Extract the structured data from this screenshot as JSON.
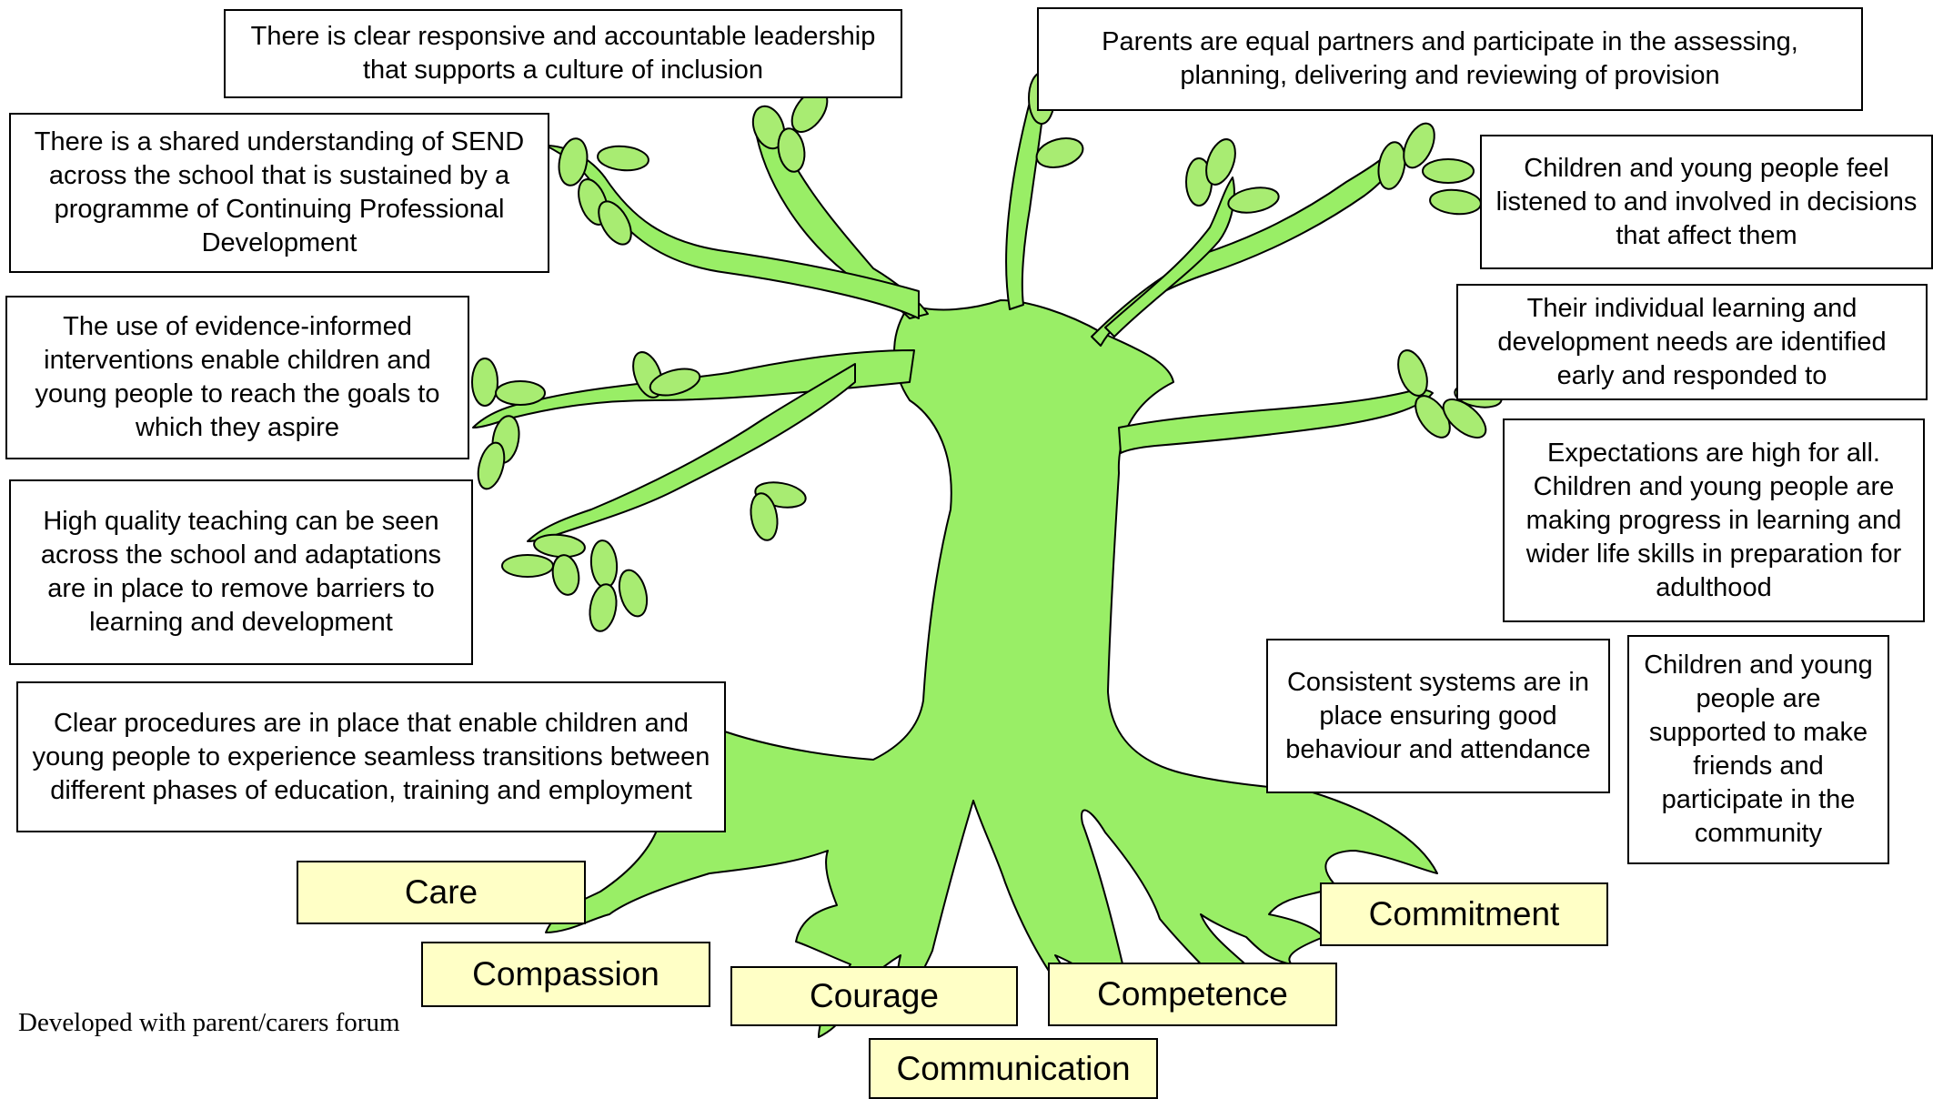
{
  "diagram": {
    "statements": [
      {
        "id": "leadership",
        "text": "There is clear responsive and accountable leadership that supports a culture of inclusion"
      },
      {
        "id": "parents",
        "text": "Parents are equal partners and participate in the assessing, planning, delivering and reviewing of provision"
      },
      {
        "id": "send",
        "text": "There is a shared understanding of SEND across the school that is sustained by a programme of Continuing Professional Development"
      },
      {
        "id": "listened",
        "text": "Children and young people feel listened to and involved in decisions that affect them"
      },
      {
        "id": "interventions",
        "text": "The use of evidence-informed interventions enable children and young people to reach the goals to which they aspire"
      },
      {
        "id": "needs",
        "text": "Their individual learning and development needs are identified early and responded to"
      },
      {
        "id": "expectations",
        "text": "Expectations are high for all. Children and young people are making progress in learning and wider life skills in preparation for adulthood"
      },
      {
        "id": "teaching",
        "text": "High quality teaching can be seen across the school and adaptations are in place to remove barriers to learning and development"
      },
      {
        "id": "systems",
        "text": "Consistent systems are in place ensuring good behaviour and attendance"
      },
      {
        "id": "friends",
        "text": "Children and young people are supported to make friends and participate in the community"
      },
      {
        "id": "procedures",
        "text": "Clear procedures are in place that enable children and young people to experience seamless transitions between different phases of education, training and employment"
      }
    ],
    "values": [
      "Care",
      "Compassion",
      "Courage",
      "Competence",
      "Communication",
      "Commitment"
    ],
    "credit": "Developed with parent/carers forum",
    "colors": {
      "tree_fill": "#99ee66",
      "leaf_fill": "#a8ec72",
      "outline": "#000000",
      "value_box_fill": "#ffffc6"
    }
  }
}
